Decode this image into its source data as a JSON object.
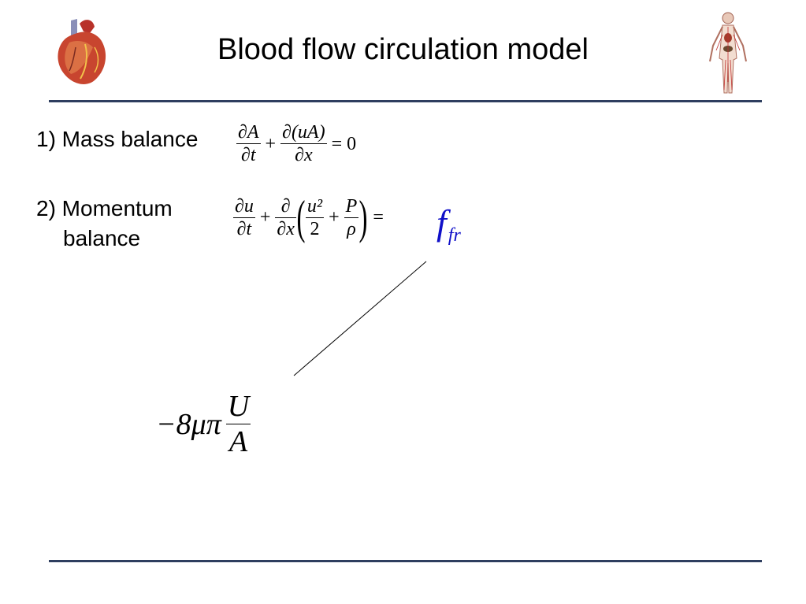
{
  "slide": {
    "title": "Blood flow circulation model",
    "mass_label": "1) Mass balance",
    "momentum_label_1": "2) Momentum",
    "momentum_label_2": "balance"
  },
  "icons": {
    "left": "heart-icon",
    "right": "human-circulatory-system-icon"
  },
  "colors": {
    "rule": "#2e3e5f",
    "friction": "#1010c8"
  },
  "equations": {
    "mass": {
      "term1_num": "∂A",
      "term1_den": "∂t",
      "plus": "+",
      "term2_num": "∂(uA)",
      "term2_den": "∂x",
      "equals": "= 0"
    },
    "momentum": {
      "term1_num": "∂u",
      "term1_den": "∂t",
      "plus1": "+",
      "term2_num": "∂",
      "term2_den": "∂x",
      "lparen": "(",
      "term3_num": "u²",
      "term3_den": "2",
      "plus2": "+",
      "term4_num": "P",
      "term4_den": "ρ",
      "rparen": ")",
      "equals": "=",
      "rhs_f": "f",
      "rhs_sub": "fr"
    },
    "friction": {
      "prefix": "−8μπ",
      "num": "U",
      "den": "A"
    }
  }
}
